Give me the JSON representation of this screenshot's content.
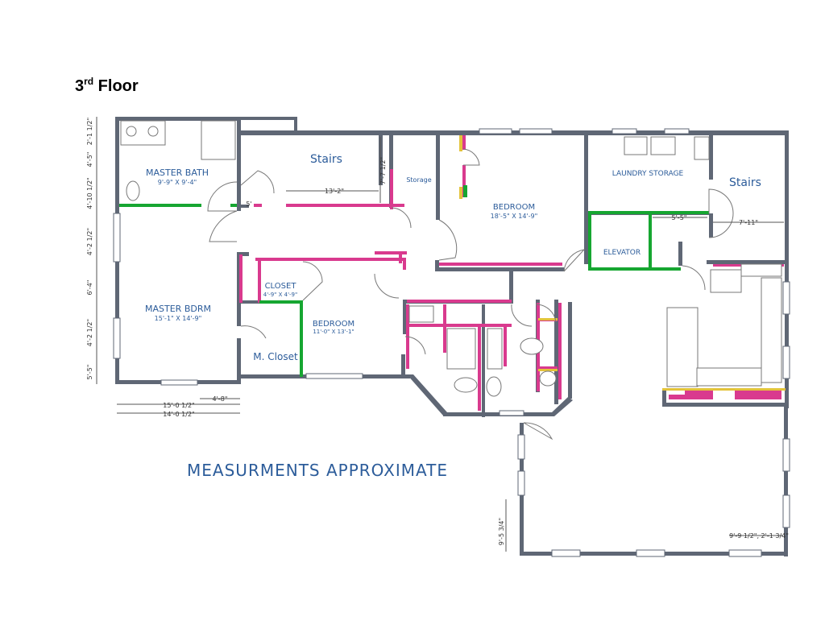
{
  "title": {
    "main": "3",
    "sup": "rd",
    "rest": " Floor"
  },
  "rooms": {
    "master_bath": {
      "name": "MASTER BATH",
      "dims": "9'-9\" X 9'-4\""
    },
    "stairs_left": {
      "name": "Stairs"
    },
    "storage": {
      "name": "Storage"
    },
    "bedroom_main": {
      "name": "BEDROOM",
      "dims": "18'-5\" X 14'-9\""
    },
    "laundry_storage": {
      "name": "LAUNDRY STORAGE"
    },
    "stairs_right": {
      "name": "Stairs"
    },
    "elevator": {
      "name": "ELEVATOR"
    },
    "master_bdrm": {
      "name": "MASTER BDRM",
      "dims": "15'-1\" X 14'-9\""
    },
    "closet": {
      "name": "CLOSET",
      "dims": "4'-9\" X 4'-9\""
    },
    "bedroom_small": {
      "name": "BEDROOM",
      "dims": "11'-0\" X 13'-1\""
    },
    "m_closet": {
      "name": "M. Closet"
    }
  },
  "dimensions": {
    "left_1": "2'-1 1/2\"",
    "left_2": "4'-5\"",
    "left_3": "4'-10 1/2\"",
    "left_4": "4'-2 1/2\"",
    "left_5": "6'-4\"",
    "left_6": "4'-2 1/2\"",
    "left_7": "5'-5\"",
    "bottom_1": "4'-8\"",
    "bottom_2": "15'-0 1/2\"",
    "bottom_3": "14'-0 1/2\"",
    "stairs_left_h": "13'-2\"",
    "stairs_left_v": "7'-7 1/2\"",
    "small_5": "5'",
    "elevator_w": "5'-5\"",
    "stairs_right_w": "7'-11\"",
    "great_left": "9'-5 3/4\"",
    "great_bottom": "9'-9 1/2\", 2'-1 3/4\""
  },
  "note": "MEASURMENTS APPROXIMATE",
  "colors": {
    "wall": "#5f6775",
    "pink_wall": "#d93a8e",
    "green_wall": "#16a631",
    "label": "#2c5c9a"
  }
}
